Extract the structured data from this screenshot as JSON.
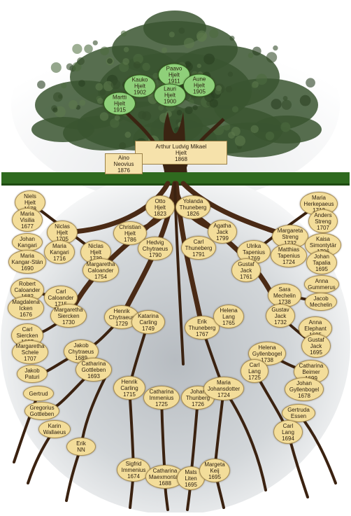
{
  "colors": {
    "root_node": "#f3dd9a",
    "tree_node": "#8fd07a",
    "ground": "#2f6a1f",
    "roots": "#3b2210",
    "foliage": "#2f4a26"
  },
  "tree_people": [
    {
      "id": "paavo",
      "line1": "Paavo",
      "line2": "Hjelt",
      "year": "1911"
    },
    {
      "id": "kauko",
      "line1": "Kauko",
      "line2": "Hjelt",
      "year": "1902"
    },
    {
      "id": "aune",
      "line1": "Aune",
      "line2": "Hjelt",
      "year": "1905"
    },
    {
      "id": "lauri",
      "line1": "Lauri",
      "line2": "Hjelt",
      "year": "1900"
    },
    {
      "id": "martti",
      "line1": "Martti",
      "line2": "Hjelt",
      "year": "1915"
    }
  ],
  "couple": {
    "arthur": {
      "line1": "Arthur Ludvig Mikael",
      "line2": "Hjelt",
      "year": "1868"
    },
    "aino": {
      "line1": "Aino",
      "line2": "Neovius",
      "year": "1876"
    }
  },
  "ancestors": [
    {
      "id": "otto",
      "line1": "Otto",
      "line2": "Hjelt",
      "year": "1823"
    },
    {
      "id": "yolanda",
      "line1": "Yolanda",
      "line2": "Thuneberg",
      "year": "1826"
    },
    {
      "id": "christian",
      "line1": "Christian",
      "line2": "Hjelt",
      "year": "1786"
    },
    {
      "id": "hedvig",
      "line1": "Hedvig",
      "line2": "Chytraeus",
      "year": "1790"
    },
    {
      "id": "carl_thuneberg_1791",
      "line1": "Carl",
      "line2": "Thuneberg",
      "year": "1791"
    },
    {
      "id": "agatha",
      "line1": "Agatha",
      "line2": "Jack",
      "year": "1799"
    },
    {
      "id": "niels",
      "line1": "Niels",
      "line2": "Hjelt",
      "year": "1678"
    },
    {
      "id": "maria_visilia",
      "line1": "Maria",
      "line2": "Visilia",
      "year": "1677"
    },
    {
      "id": "niclas_1705",
      "line1": "Niclas",
      "line2": "Hjelt",
      "year": "1705"
    },
    {
      "id": "johan_kangari",
      "line1": "Johan",
      "line2": "Kangari",
      "year": ""
    },
    {
      "id": "maria_kangari_1716",
      "line1": "Maria",
      "line2": "Kangari",
      "year": "1716"
    },
    {
      "id": "maria_kangar_stan",
      "line1": "Maria",
      "line2": "Kangar-Stän",
      "year": "1690"
    },
    {
      "id": "niclas_1739",
      "line1": "Niclas",
      "line2": "Hjelt",
      "year": "1739"
    },
    {
      "id": "margaretha_caloander",
      "line1": "Margaretha",
      "line2": "Caloander",
      "year": "1754"
    },
    {
      "id": "robert",
      "line1": "Robert",
      "line2": "Caloander",
      "year": "1682"
    },
    {
      "id": "magdalena",
      "line1": "Magdalena",
      "line2": "Icken",
      "year": "1676"
    },
    {
      "id": "carl_caloander",
      "line1": "Carl",
      "line2": "Caloander",
      "year": "1715"
    },
    {
      "id": "margaretha_siercken",
      "line1": "Margaretha",
      "line2": "Siercken",
      "year": "1730"
    },
    {
      "id": "carl_siercken",
      "line1": "Carl",
      "line2": "Siercken",
      "year": "1697"
    },
    {
      "id": "margaretha_schele",
      "line1": "Margaretha",
      "line2": "Schele",
      "year": "1707"
    },
    {
      "id": "jakob_paturi",
      "line1": "Jakob",
      "line2": "Paturi",
      "year": ""
    },
    {
      "id": "gertrud",
      "line1": "Gertrud",
      "line2": "",
      "year": ""
    },
    {
      "id": "gregorius",
      "line1": "Gregorius",
      "line2": "Gottleben",
      "year": ""
    },
    {
      "id": "karin",
      "line1": "Karin",
      "line2": "Wallaeus",
      "year": ""
    },
    {
      "id": "erik_nn",
      "line1": "Erik",
      "line2": "NN",
      "year": ""
    },
    {
      "id": "henrik_1729",
      "line1": "Henrik",
      "line2": "Chytraeus",
      "year": "1729"
    },
    {
      "id": "katarina_carling",
      "line1": "Katarina",
      "line2": "Carling",
      "year": "1749"
    },
    {
      "id": "jakob_chytraeus",
      "line1": "Jakob",
      "line2": "Chytraeus",
      "year": "1689"
    },
    {
      "id": "catharina_gottleben",
      "line1": "Catharina",
      "line2": "Gottleben",
      "year": "1693"
    },
    {
      "id": "henrik_carling",
      "line1": "Henrik",
      "line2": "Carling",
      "year": "1715"
    },
    {
      "id": "catharina_immenius",
      "line1": "Catharina",
      "line2": "Immenius",
      "year": "1725"
    },
    {
      "id": "sigfrid",
      "line1": "Sigfrid",
      "line2": "Immenius",
      "year": "1674"
    },
    {
      "id": "catharina_maexmontan",
      "line1": "Catharina",
      "line2": "Maexmontan",
      "year": "1688"
    },
    {
      "id": "erik_thuneberg",
      "line1": "Erik",
      "line2": "Thuneberg",
      "year": "1767"
    },
    {
      "id": "helena_lang",
      "line1": "Helena",
      "line2": "Lang",
      "year": "1765"
    },
    {
      "id": "johan_thunberg",
      "line1": "Johan",
      "line2": "Thunberg",
      "year": "1726"
    },
    {
      "id": "maria_johansdotter",
      "line1": "Maria",
      "line2": "Johansdotter",
      "year": "1724"
    },
    {
      "id": "mats_liten",
      "line1": "Mats",
      "line2": "Liten",
      "year": "1695"
    },
    {
      "id": "margeta_keij",
      "line1": "Margeta",
      "line2": "Keij",
      "year": "1695"
    },
    {
      "id": "maria_herkepaeus",
      "line1": "Maria",
      "line2": "Herkepaeus",
      "year": "1713"
    },
    {
      "id": "anders_streng",
      "line1": "Anders",
      "line2": "Streng",
      "year": "1707"
    },
    {
      "id": "margareta_streng",
      "line1": "Margareta",
      "line2": "Streng",
      "year": "1732"
    },
    {
      "id": "ulrika",
      "line1": "Ulrika",
      "line2": "Tapenius",
      "year": "1769"
    },
    {
      "id": "kaisa",
      "line1": "Kaisa",
      "line2": "Simontytär",
      "year": "1706"
    },
    {
      "id": "matthias",
      "line1": "Matthias",
      "line2": "Tapenius",
      "year": "1724"
    },
    {
      "id": "johan_tapalia",
      "line1": "Johan",
      "line2": "Tapalia",
      "year": "1695"
    },
    {
      "id": "gustaf_jack_1761",
      "line1": "Gustaf",
      "line2": "Jack",
      "year": "1761"
    },
    {
      "id": "anna_gummerus",
      "line1": "Anna",
      "line2": "Gummerus",
      "year": ""
    },
    {
      "id": "sara",
      "line1": "Sara",
      "line2": "Mechelin",
      "year": "1738"
    },
    {
      "id": "jacob_mechelin",
      "line1": "Jacob",
      "line2": "Mechelin",
      "year": ""
    },
    {
      "id": "gustav_jack_1732",
      "line1": "Gustav",
      "line2": "Jack",
      "year": "1732"
    },
    {
      "id": "anna_elephant",
      "line1": "Anna",
      "line2": "Elephant",
      "year": "1695"
    },
    {
      "id": "gustaf_jack_1695",
      "line1": "Gustaf",
      "line2": "Jack",
      "year": "1695"
    },
    {
      "id": "helena_gyllenbogel",
      "line1": "Helena",
      "line2": "Gyllenbogel",
      "year": "1738"
    },
    {
      "id": "catharina_beimer",
      "line1": "Catharina",
      "line2": "Beimer",
      "year": "1699"
    },
    {
      "id": "carl_lang_1725",
      "line1": "Carl",
      "line2": "Lang",
      "year": "1725"
    },
    {
      "id": "johan_gyllenbogel",
      "line1": "Johan",
      "line2": "Gyllenbogel",
      "year": "1678"
    },
    {
      "id": "gertruda",
      "line1": "Gertruda",
      "line2": "Essen",
      "year": ""
    },
    {
      "id": "carl_lang_1694",
      "line1": "Carl",
      "line2": "Lang",
      "year": "1694"
    }
  ]
}
